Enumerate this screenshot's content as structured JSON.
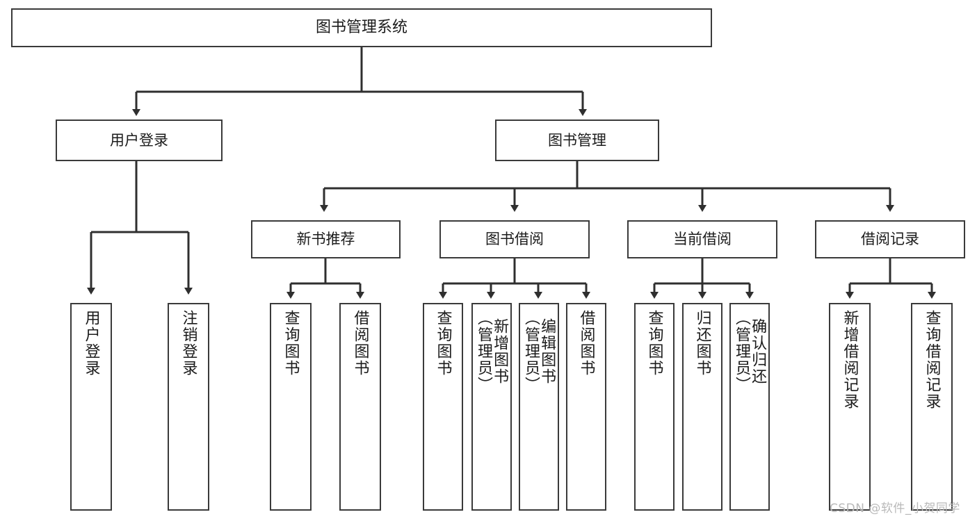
{
  "diagram": {
    "title": "图书管理系统",
    "type": "hierarchy-tree",
    "watermark": "CSDN @软件_小贺同学",
    "colors": {
      "box_border": "#3a3a3a",
      "box_fill": "#ffffff",
      "connector": "#2f2f2f",
      "text": "#1b1b1b",
      "watermark": "#b9b9b9",
      "background": "#ffffff"
    },
    "nodes": {
      "root": {
        "label": "图书管理系统",
        "orientation": "horizontal",
        "level": 0
      },
      "l1": [
        {
          "id": "user-login",
          "label": "用户登录",
          "orientation": "horizontal",
          "level": 1
        },
        {
          "id": "book-manage",
          "label": "图书管理",
          "orientation": "horizontal",
          "level": 1
        }
      ],
      "l2": [
        {
          "id": "new-book-recommend",
          "label": "新书推荐",
          "orientation": "horizontal",
          "level": 2,
          "parent": "book-manage"
        },
        {
          "id": "book-borrow",
          "label": "图书借阅",
          "orientation": "horizontal",
          "level": 2,
          "parent": "book-manage"
        },
        {
          "id": "current-borrow",
          "label": "当前借阅",
          "orientation": "horizontal",
          "level": 2,
          "parent": "book-manage"
        },
        {
          "id": "borrow-record",
          "label": "借阅记录",
          "orientation": "horizontal",
          "level": 2,
          "parent": "book-manage"
        }
      ],
      "leaves": [
        {
          "id": "leaf-user-login",
          "label": "用户登录",
          "orientation": "vertical",
          "parent": "user-login"
        },
        {
          "id": "leaf-user-logout",
          "label": "注销登录",
          "orientation": "vertical",
          "parent": "user-login"
        },
        {
          "id": "leaf-query-book-1",
          "label": "查询图书",
          "orientation": "vertical",
          "parent": "new-book-recommend"
        },
        {
          "id": "leaf-borrow-book-1",
          "label": "借阅图书",
          "orientation": "vertical",
          "parent": "new-book-recommend"
        },
        {
          "id": "leaf-query-book-2",
          "label": "查询图书",
          "orientation": "vertical",
          "parent": "book-borrow"
        },
        {
          "id": "leaf-add-book",
          "label": "新增图书\n（管理员）",
          "orientation": "vertical",
          "parent": "book-borrow"
        },
        {
          "id": "leaf-edit-book",
          "label": "编辑图书\n（管理员）",
          "orientation": "vertical",
          "parent": "book-borrow"
        },
        {
          "id": "leaf-borrow-book-2",
          "label": "借阅图书",
          "orientation": "vertical",
          "parent": "book-borrow"
        },
        {
          "id": "leaf-query-book-3",
          "label": "查询图书",
          "orientation": "vertical",
          "parent": "current-borrow"
        },
        {
          "id": "leaf-return-book",
          "label": "归还图书",
          "orientation": "vertical",
          "parent": "current-borrow"
        },
        {
          "id": "leaf-confirm-return",
          "label": "确认归还\n（管理员）",
          "orientation": "vertical",
          "parent": "current-borrow"
        },
        {
          "id": "leaf-add-record",
          "label": "新增借阅记录",
          "orientation": "vertical",
          "parent": "borrow-record"
        },
        {
          "id": "leaf-query-record",
          "label": "查询借阅记录",
          "orientation": "vertical",
          "parent": "borrow-record"
        }
      ]
    },
    "edges": [
      {
        "from": "root",
        "to": "user-login"
      },
      {
        "from": "root",
        "to": "book-manage"
      },
      {
        "from": "user-login",
        "to": "leaf-user-login"
      },
      {
        "from": "user-login",
        "to": "leaf-user-logout"
      },
      {
        "from": "book-manage",
        "to": "new-book-recommend"
      },
      {
        "from": "book-manage",
        "to": "book-borrow"
      },
      {
        "from": "book-manage",
        "to": "current-borrow"
      },
      {
        "from": "book-manage",
        "to": "borrow-record"
      },
      {
        "from": "new-book-recommend",
        "to": "leaf-query-book-1"
      },
      {
        "from": "new-book-recommend",
        "to": "leaf-borrow-book-1"
      },
      {
        "from": "book-borrow",
        "to": "leaf-query-book-2"
      },
      {
        "from": "book-borrow",
        "to": "leaf-add-book"
      },
      {
        "from": "book-borrow",
        "to": "leaf-edit-book"
      },
      {
        "from": "book-borrow",
        "to": "leaf-borrow-book-2"
      },
      {
        "from": "current-borrow",
        "to": "leaf-query-book-3"
      },
      {
        "from": "current-borrow",
        "to": "leaf-return-book"
      },
      {
        "from": "current-borrow",
        "to": "leaf-confirm-return"
      },
      {
        "from": "borrow-record",
        "to": "leaf-add-record"
      },
      {
        "from": "borrow-record",
        "to": "leaf-query-record"
      }
    ]
  }
}
